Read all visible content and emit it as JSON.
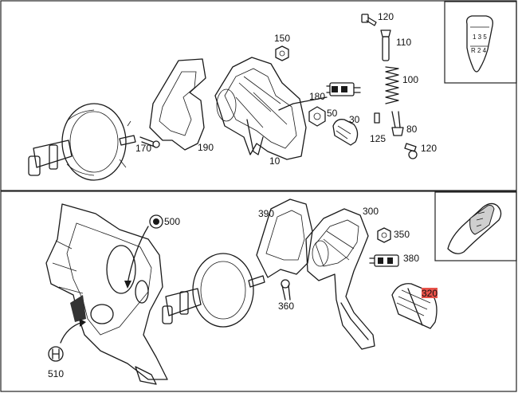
{
  "colors": {
    "line": "#1a1a1a",
    "highlight": "#e8524a"
  },
  "top_panel": {
    "callouts": [
      "120",
      "110",
      "150",
      "100",
      "180",
      "50",
      "30",
      "80",
      "125",
      "120",
      "170",
      "190",
      "10"
    ],
    "gear_inset": {
      "gear_top": "1 3 5",
      "gear_bottom": "R 2 4"
    }
  },
  "bottom_panel": {
    "callouts": [
      "500",
      "390",
      "300",
      "350",
      "380",
      "320",
      "360",
      "510"
    ],
    "highlighted_callout": "320"
  }
}
